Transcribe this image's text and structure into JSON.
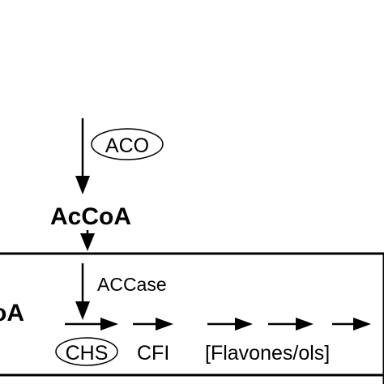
{
  "labels": {
    "aco": "ACO",
    "accoa": "AcCoA",
    "accase": "ACCase",
    "left_fragment": "oA",
    "chs": "CHS",
    "cfi": "CFI",
    "flavones": "[Flavones/ols]"
  },
  "colors": {
    "stroke": "#000000",
    "background": "#ffffff"
  }
}
